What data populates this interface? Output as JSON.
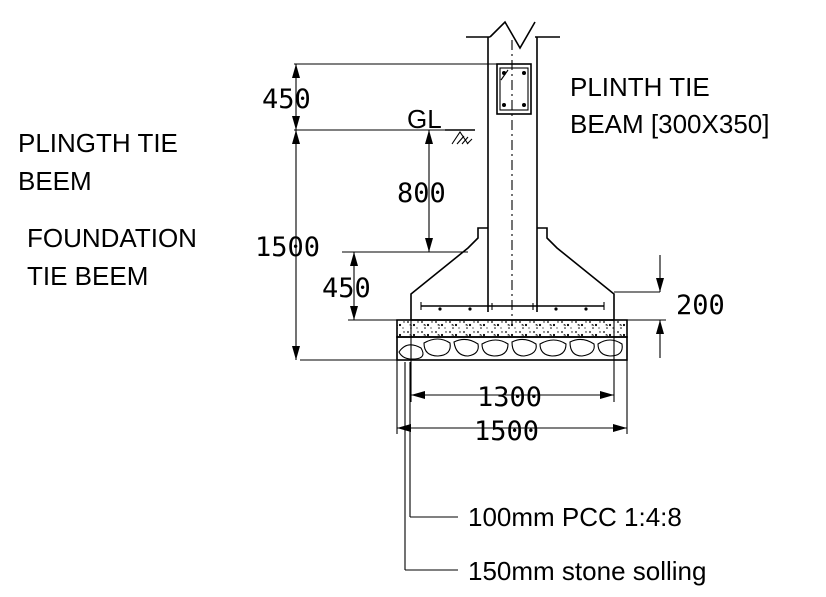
{
  "labels": {
    "plinth_tie_beam_line1": "PLINTH TIE",
    "plinth_tie_beam_line2": "BEAM [300X350]",
    "plingth_tie_beem_line1": "PLINGTH TIE",
    "plingth_tie_beem_line2": "BEEM",
    "foundation_tie_beem_line1": "FOUNDATION",
    "foundation_tie_beem_line2": "TIE BEEM",
    "ground_level": "GL",
    "pcc_note": "100mm PCC 1:4:8",
    "stone_note": "150mm stone solling"
  },
  "dimensions": {
    "plinth_depth": "450",
    "gl_to_footing": "800",
    "total_depth": "1500",
    "slope_height": "450",
    "footing_base_thickness": "200",
    "footing_width": "1300",
    "pcc_width": "1500"
  },
  "colors": {
    "line": "#000000",
    "background": "#ffffff"
  }
}
